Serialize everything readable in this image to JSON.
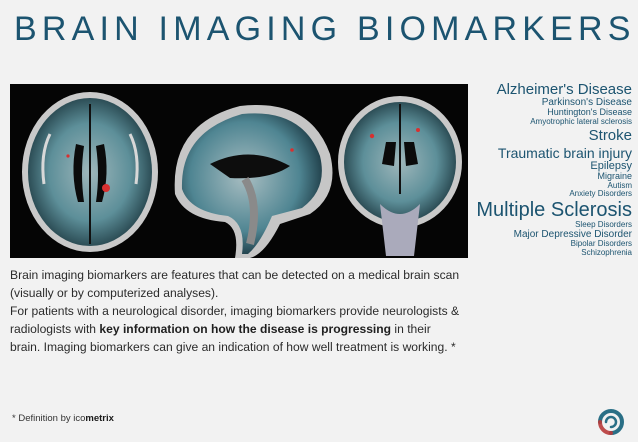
{
  "title": "BRAIN IMAGING BIOMARKERS",
  "description": {
    "line1": "Brain imaging biomarkers are features that can be detected on a medical brain scan (visually or by computerized analyses).",
    "line2_start": "For patients with a neurological disorder, imaging biomarkers provide neurologists & radiologists with ",
    "line2_bold": "key information on how the disease is progressing",
    "line2_end": " in their brain. Imaging biomarkers can give an indication of how well treatment is working. *"
  },
  "footnote": {
    "prefix": "* Definition by ico",
    "brand": "metrix"
  },
  "diseases": [
    {
      "label": "Alzheimer's Disease",
      "size": 15
    },
    {
      "label": "Parkinson's Disease",
      "size": 10
    },
    {
      "label": "Huntington's Disease",
      "size": 9
    },
    {
      "label": "Amyotrophic lateral sclerosis",
      "size": 8
    },
    {
      "label": "Stroke",
      "size": 15
    },
    {
      "label": "Traumatic brain injury",
      "size": 14
    },
    {
      "label": "Epilepsy",
      "size": 11
    },
    {
      "label": "Migraine",
      "size": 9
    },
    {
      "label": "Autism",
      "size": 8
    },
    {
      "label": "Anxiety Disorders",
      "size": 8
    },
    {
      "label": "Multiple Sclerosis",
      "size": 20
    },
    {
      "label": "Sleep Disorders",
      "size": 8
    },
    {
      "label": "Major Depressive Disorder",
      "size": 10
    },
    {
      "label": "Bipolar Disorders",
      "size": 8
    },
    {
      "label": "Schizophrenia",
      "size": 8
    }
  ],
  "colors": {
    "accent": "#1c5470",
    "scan_tint": "#3a8a9a",
    "lesion": "#d83030",
    "logo_teal": "#2a6f86",
    "logo_red": "#b83a3a"
  }
}
